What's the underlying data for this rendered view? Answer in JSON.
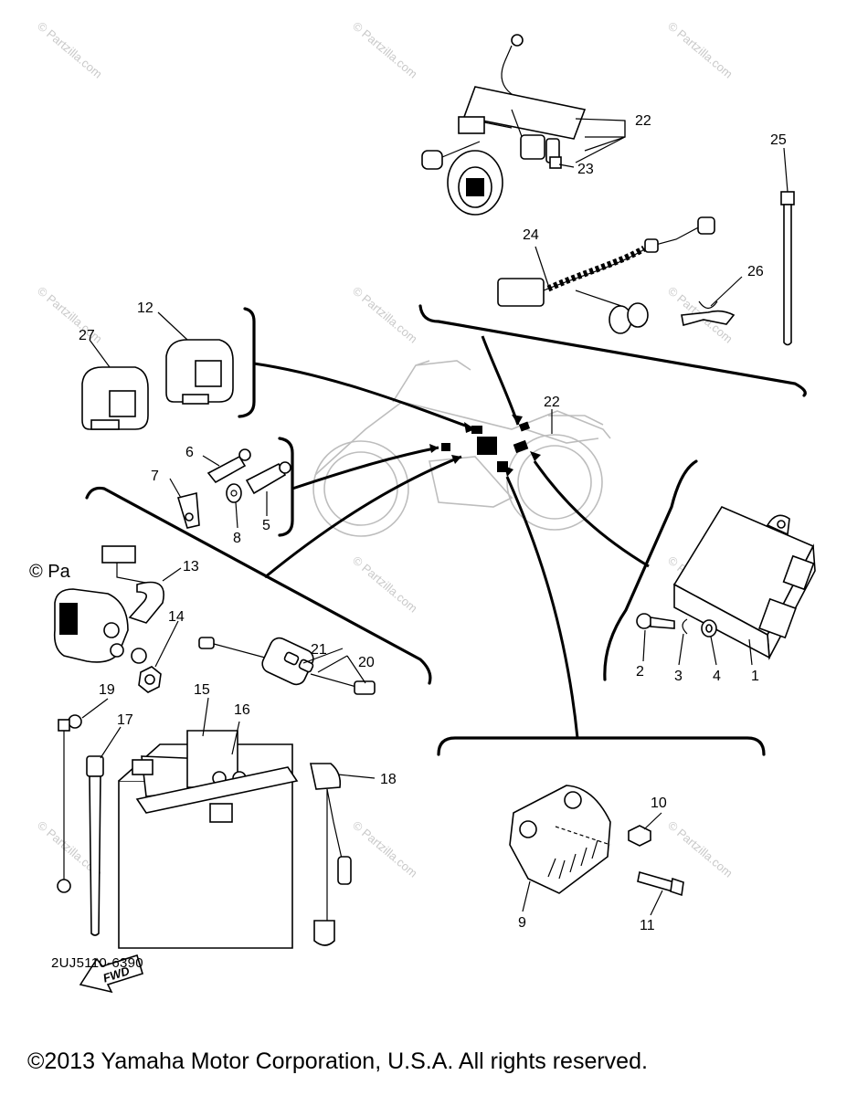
{
  "diagram_code": "2UJ5110-6390",
  "copyright": "©2013 Yamaha Motor Corporation, U.S.A. All rights reserved.",
  "watermark": "© Partzilla.com",
  "watermark_partial": "© Pa",
  "fwd_label": "FWD",
  "colors": {
    "ink": "#000000",
    "watermark": "#c9c9c9",
    "ghost_bike": "#bdbdbd",
    "background": "#ffffff"
  },
  "callouts": {
    "c1": "1",
    "c2": "2",
    "c3": "3",
    "c4": "4",
    "c5": "5",
    "c6": "6",
    "c7": "7",
    "c8": "8",
    "c9": "9",
    "c10": "10",
    "c11": "11",
    "c12": "12",
    "c13": "13",
    "c14": "14",
    "c15": "15",
    "c16": "16",
    "c17": "17",
    "c18": "18",
    "c19": "19",
    "c20": "20",
    "c21": "21",
    "c22a": "22",
    "c22b": "22",
    "c23": "23",
    "c24": "24",
    "c25": "25",
    "c26": "26",
    "c27": "27"
  }
}
